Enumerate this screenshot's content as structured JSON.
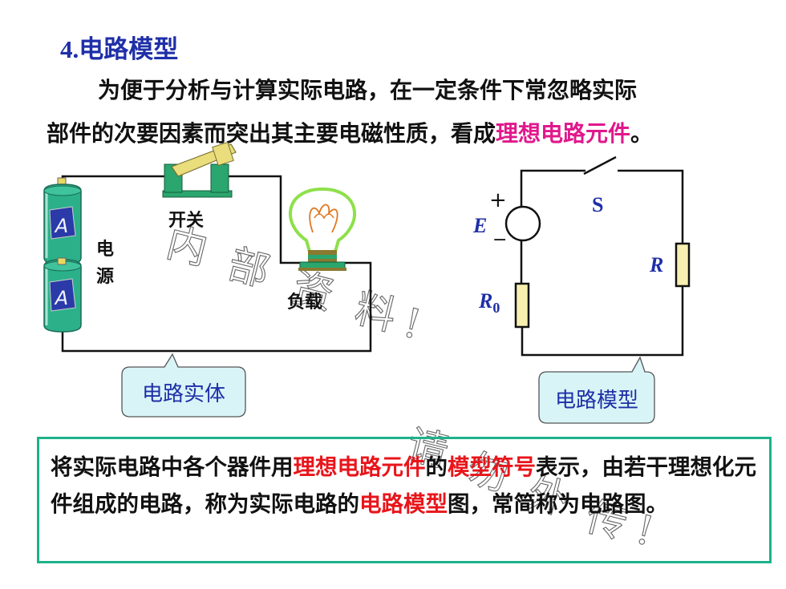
{
  "heading": {
    "number": "4.",
    "text": "电路模型"
  },
  "intro": {
    "line1": "为便于分析与计算实际电路，在一定条件下常忽略实际",
    "line2_prefix": "部件的次要因素而突出其主要电磁性质，看成",
    "line2_highlight": "理想电路元件",
    "line2_suffix": "。"
  },
  "physical_circuit": {
    "switch_label": "开关",
    "source_label_1": "电",
    "source_label_2": "源",
    "load_label": "负载",
    "battery_letter": "A",
    "callout": "电路实体"
  },
  "model_circuit": {
    "plus": "+",
    "minus": "−",
    "emf_label": "E",
    "switch_label": "S",
    "resistor_label": "R",
    "internal_resistor_label": "R",
    "internal_resistor_sub": "0",
    "callout": "电路模型"
  },
  "summary": {
    "p1": "将实际电路中各个器件用",
    "h1": "理想电路元件",
    "p2": "的",
    "h2": "模型符号",
    "p3": "表示，由若干理想化元件组成的电路，称为实际电路的",
    "h3": "电路模型",
    "p4": "图，常简称为电路图。"
  },
  "watermark": {
    "line1": "内部资料!",
    "line2": "请勿外传!"
  },
  "colors": {
    "heading": "#1f2fa8",
    "highlight_magenta": "#e0188c",
    "highlight_red": "#e8151b",
    "battery_green": "#2bb08a",
    "callout_fill": "#d8f4f6",
    "box_border": "#1db28a",
    "switch_green": "#2aa66e",
    "resistor_fill": "#f8f0b0"
  }
}
